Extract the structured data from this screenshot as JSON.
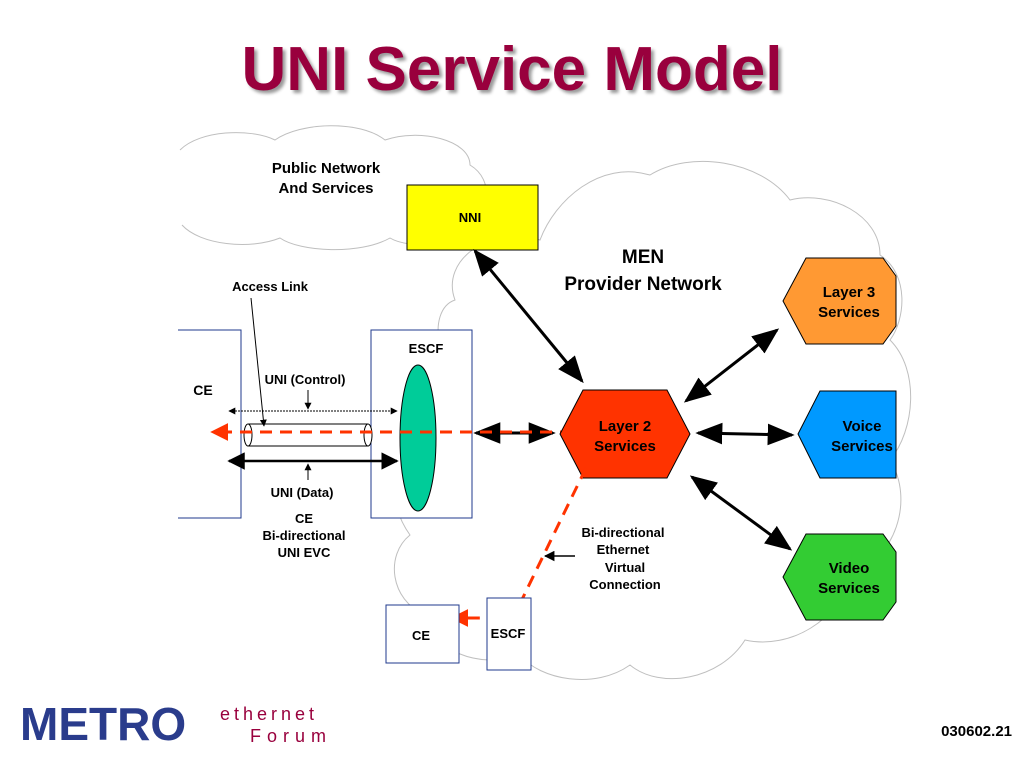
{
  "slide": {
    "title": "UNI Service Model",
    "number": "030602.21"
  },
  "clouds": {
    "public_line1": "Public Network",
    "public_line2": "And Services",
    "men_line1": "MEN",
    "men_line2": "Provider Network"
  },
  "nodes": {
    "nni": "NNI",
    "escf_main": "ESCF",
    "escf_small": "ESCF",
    "ce_main": "CE",
    "ce_small": "CE",
    "layer2_line1": "Layer 2",
    "layer2_line2": "Services",
    "layer3_line1": "Layer 3",
    "layer3_line2": "Services",
    "voice_line1": "Voice",
    "voice_line2": "Services",
    "video_line1": "Video",
    "video_line2": "Services"
  },
  "labels": {
    "access_link": "Access Link",
    "uni_control": "UNI  (Control)",
    "uni_data": "UNI  (Data)",
    "evc_line1": "CE",
    "evc_line2": "Bi-directional",
    "evc_line3": "UNI EVC",
    "bievc_line1": "Bi-directional",
    "bievc_line2": "Ethernet",
    "bievc_line3": "Virtual",
    "bievc_line4": "Connection"
  },
  "logo": {
    "word1": "METRO",
    "word2": "ethernet",
    "word3": "Forum"
  },
  "colors": {
    "title": "#99003d",
    "nni": "#ffff00",
    "layer2": "#ff3300",
    "layer3": "#ff9933",
    "voice": "#0099ff",
    "video": "#33cc33",
    "escf_ellipse": "#00cc99",
    "dashed_path": "#ff3300",
    "logo_blue": "#2a3c8c"
  }
}
